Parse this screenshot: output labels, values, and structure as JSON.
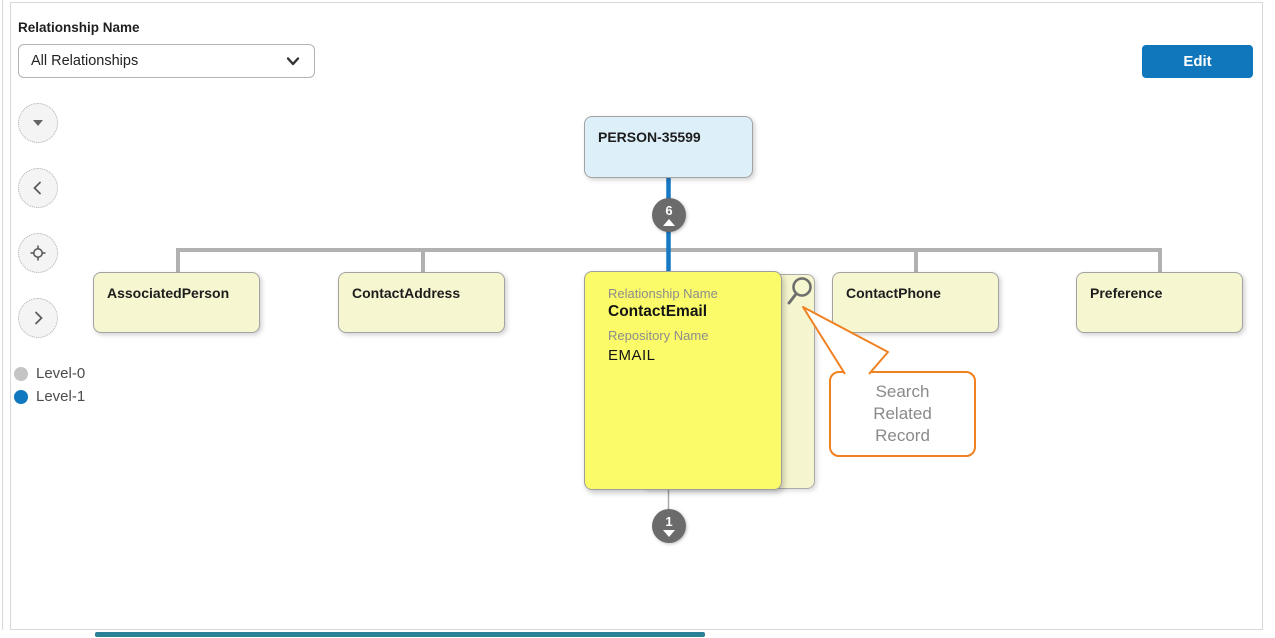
{
  "header": {
    "filter_label": "Relationship Name",
    "filter_value": "All Relationships",
    "edit_label": "Edit"
  },
  "nav_buttons": [
    {
      "name": "pan-down"
    },
    {
      "name": "pan-left"
    },
    {
      "name": "center-view"
    },
    {
      "name": "pan-right"
    }
  ],
  "legend": {
    "items": [
      {
        "label": "Level-0",
        "color": "#c4c4c4"
      },
      {
        "label": "Level-1",
        "color": "#0f78be"
      }
    ]
  },
  "tree": {
    "root_label": "PERSON-35599",
    "top_badge_count": "6",
    "bottom_badge_count": "1",
    "children": [
      {
        "label": "AssociatedPerson"
      },
      {
        "label": "ContactAddress"
      },
      {
        "label": "ContactPhone"
      },
      {
        "label": "Preference"
      }
    ],
    "expanded_card": {
      "relationship_label": "Relationship Name",
      "relationship_value": "ContactEmail",
      "repository_label": "Repository Name",
      "repository_value": "EMAIL"
    }
  },
  "callout": {
    "lines": [
      "Search",
      "Related",
      "Record"
    ]
  },
  "icons": {
    "search-icon": "magnifier",
    "chevron-down-icon": "dropdown expander",
    "pan-down-icon": "filled triangle",
    "pan-left-icon": "chevron left",
    "center-view-icon": "target crosshair",
    "pan-right-icon": "chevron right"
  },
  "colors": {
    "accent_blue": "#1779c4",
    "edit_button_blue": "#1077bd",
    "node_yellow": "#f6f6d0",
    "expanded_card_yellow": "#fbfb69",
    "root_node_blue": "#ddeff9",
    "badge_gray": "#6b6b6b",
    "connector_gray": "#b1b1b1",
    "callout_orange": "#ef8121",
    "scrollbar_teal": "#2b8195"
  }
}
